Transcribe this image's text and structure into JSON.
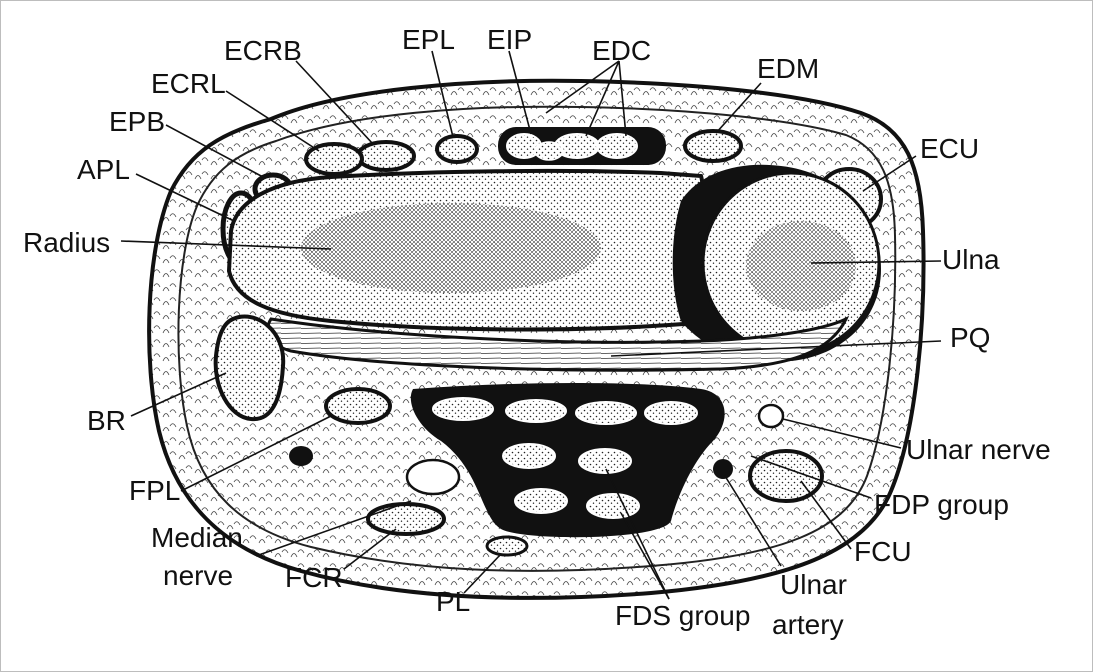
{
  "labels": {
    "ecrb": "ECRB",
    "epl": "EPL",
    "eip": "EIP",
    "edc": "EDC",
    "edm": "EDM",
    "ecrl": "ECRL",
    "epb": "EPB",
    "apl": "APL",
    "ecu": "ECU",
    "radius": "Radius",
    "ulna": "Ulna",
    "pq": "PQ",
    "br": "BR",
    "ulnar_nerve": "Ulnar nerve",
    "fpl": "FPL",
    "fdp_group": "FDP group",
    "median_line1": "Median",
    "median_line2": "nerve",
    "fcu": "FCU",
    "fcr": "FCR",
    "ulnar_artery_line1": "Ulnar",
    "ulnar_artery_line2": "artery",
    "pl": "PL",
    "fds_group": "FDS group"
  }
}
